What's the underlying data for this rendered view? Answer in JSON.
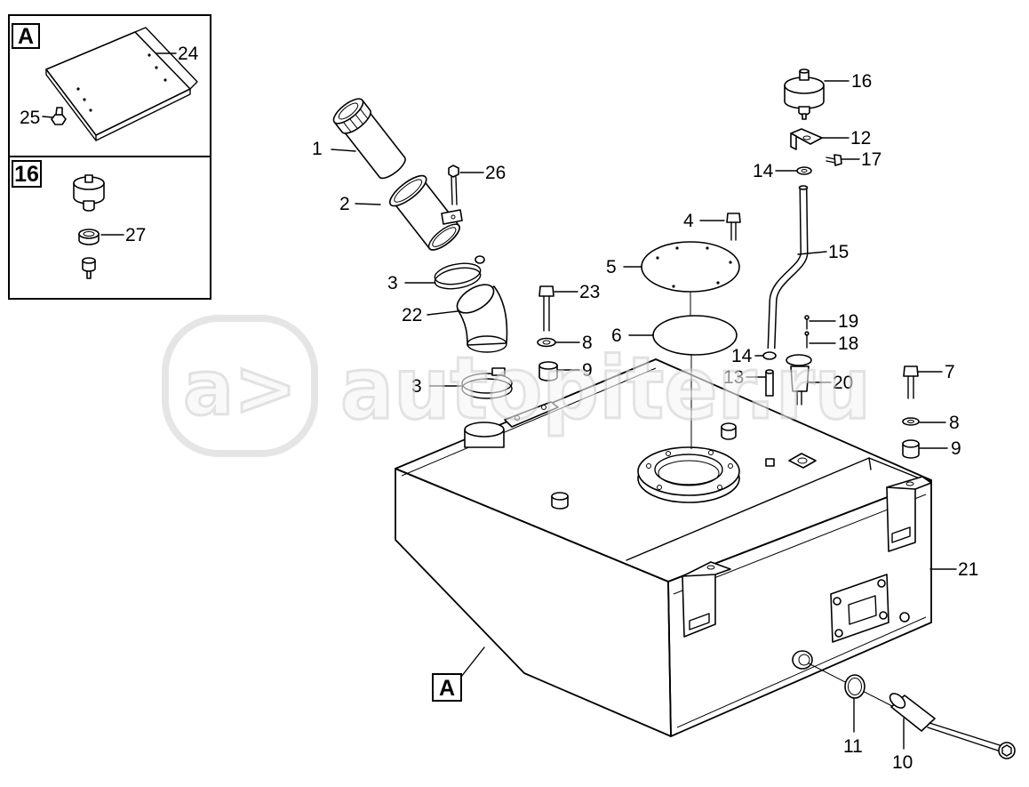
{
  "inset_a": {
    "tag": "A",
    "labels": [
      "24",
      "25"
    ]
  },
  "inset_16": {
    "tag": "16",
    "labels": [
      "27"
    ]
  },
  "main": {
    "view_tag": "A",
    "labels": [
      "1",
      "2",
      "3",
      "22",
      "3",
      "26",
      "23",
      "8",
      "9",
      "4",
      "5",
      "6",
      "16",
      "12",
      "17",
      "14",
      "15",
      "19",
      "18",
      "14",
      "13",
      "20",
      "7",
      "8",
      "9",
      "21",
      "11",
      "10"
    ]
  },
  "watermark": {
    "logo": "a>",
    "text": "autopiter.ru"
  },
  "colors": {
    "line": "#000000",
    "watermark": "#d4d4d4",
    "background": "#ffffff"
  }
}
